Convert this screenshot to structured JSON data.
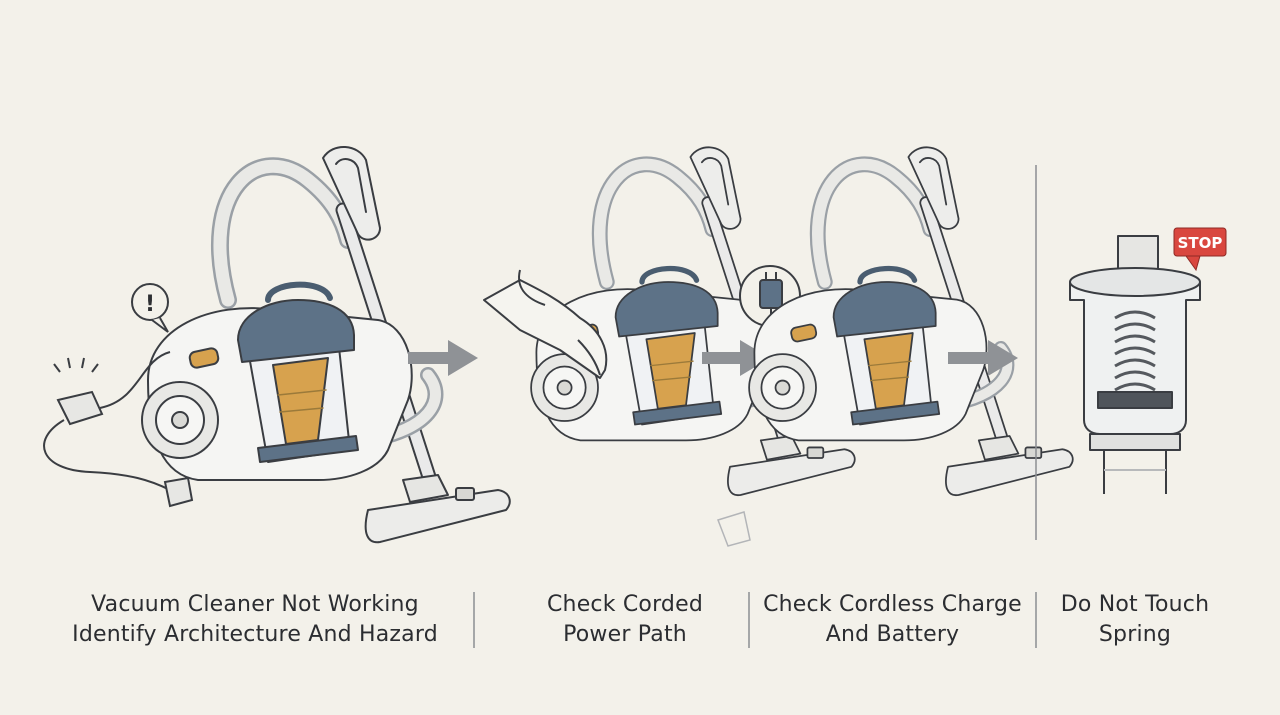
{
  "steps": [
    {
      "line1": "Vacuum Cleaner Not Working",
      "line2": "Identify Architecture And Hazard"
    },
    {
      "line1": "Check Corded",
      "line2": "Power Path"
    },
    {
      "line1": "Check Cordless Charge",
      "line2": "And Battery"
    },
    {
      "line1": "Do Not Touch",
      "line2": "Spring"
    }
  ],
  "stop_sign": "STOP",
  "hazard_mark": "!",
  "colors": {
    "background": "#f3f1ea",
    "ink": "#3a3d42",
    "dust_cup_blue": "#5d7287",
    "filter_amber": "#d7a24e",
    "stop_red": "#d9473f"
  }
}
